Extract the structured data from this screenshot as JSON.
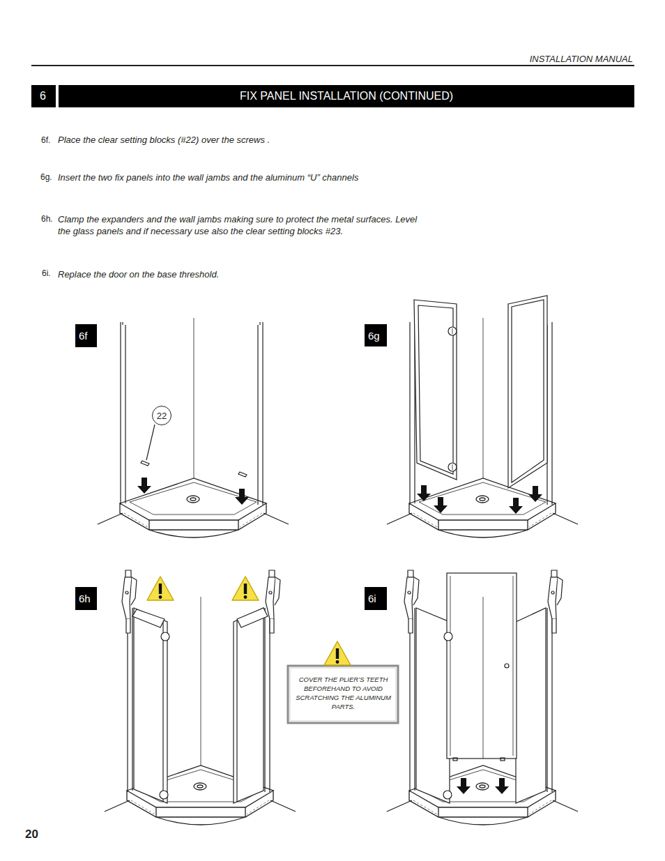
{
  "diagram": {
    "nodes": [
      {
        "text": [
          "6"
        ]
      },
      {
        "text": [
          "FIX PANEL INSTALLATION (CONTINUED)"
        ]
      },
      {
        "text": [
          "6f"
        ]
      },
      {
        "text": [
          "6g"
        ]
      },
      {
        "text": [
          "22"
        ]
      },
      {
        "text": [
          "6h"
        ]
      },
      {
        "text": [
          "COVER THE PLIER’S TEETH BEFOREHAND TO AVOID SCRATCHING THE ALUMINUM PARTS."
        ]
      },
      {
        "text": [
          "6i"
        ]
      }
    ],
    "labels": [
      "INSTALLATION MANUAL",
      "6f.",
      "Place the clear setting blocks (#22) over the screws .",
      "6g.",
      "Insert the two fix panels into the wall jambs and the aluminum “U” channels",
      "6h.",
      "Clamp the expanders and the wall jambs making sure to protect the metal surfaces. Level the glass panels and if necessary use also the clear setting blocks #23.",
      "6i.",
      "Replace the door on the base threshold.",
      "20"
    ]
  }
}
